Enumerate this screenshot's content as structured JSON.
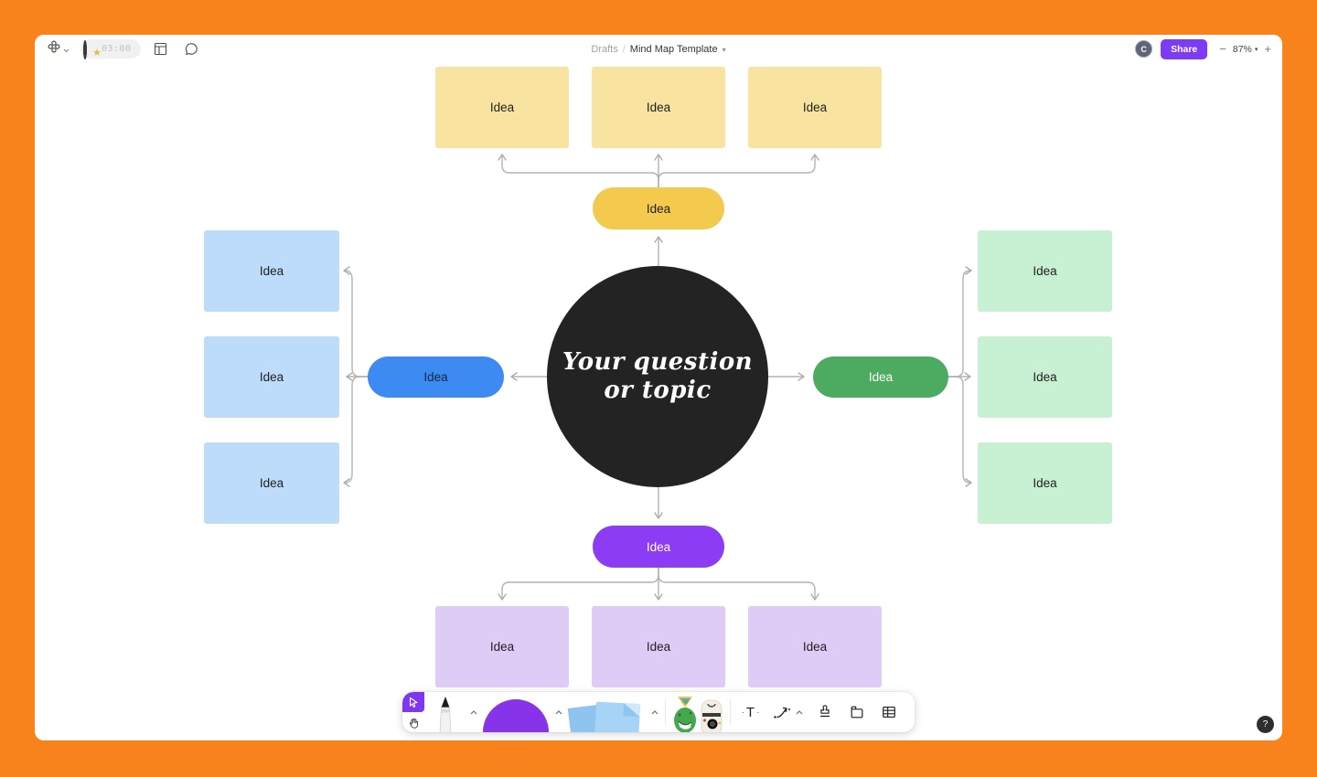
{
  "topbar": {
    "timer": "03:00",
    "breadcrumb": {
      "folder": "Drafts",
      "separator": "/",
      "title": "Mind Map Template"
    },
    "avatar_initial": "C",
    "share_label": "Share",
    "zoom_level": "87%",
    "zoom_minus": "−",
    "zoom_plus": "+"
  },
  "mindmap": {
    "center": {
      "line1": "Your question",
      "line2": "or topic"
    },
    "branches": {
      "top": {
        "pill": "Idea",
        "leaves": [
          "Idea",
          "Idea",
          "Idea"
        ]
      },
      "left": {
        "pill": "Idea",
        "leaves": [
          "Idea",
          "Idea",
          "Idea"
        ]
      },
      "right": {
        "pill": "Idea",
        "leaves": [
          "Idea",
          "Idea",
          "Idea"
        ]
      },
      "bottom": {
        "pill": "Idea",
        "leaves": [
          "Idea",
          "Idea",
          "Idea"
        ]
      }
    }
  },
  "toolbar": {
    "icons": [
      "cursor-select-icon",
      "hand-icon",
      "marker-icon",
      "shape-circle-icon",
      "sticky-note-icon",
      "emote-stamps-icon",
      "text-icon",
      "connector-icon",
      "stamp-icon",
      "section-icon",
      "table-icon"
    ]
  },
  "help_label": "?",
  "colors": {
    "frame_orange": "#f8821b",
    "share_purple": "#7d3bf3",
    "select_purple": "#7f36f0",
    "center_circle": "#232323",
    "pill_yellow": "#f3ca4d",
    "pill_blue": "#3d8af2",
    "pill_green": "#4caa61",
    "pill_purple": "#8b3cf4",
    "leaf_yellow": "#f8e3a1",
    "leaf_blue": "#bcdcf9",
    "leaf_green": "#c8f0d3",
    "leaf_purple": "#decbf6",
    "connector_gray": "#b3b3b3"
  }
}
